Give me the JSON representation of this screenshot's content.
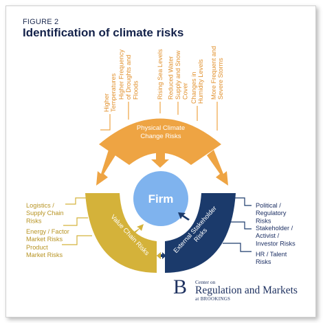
{
  "figure": {
    "label": "FIGURE 2",
    "title": "Identification of climate risks"
  },
  "diagram": {
    "center": "Firm",
    "physical_label": [
      "Physical Climate",
      "Change Risks"
    ],
    "physical_risks": [
      [
        "Higher",
        "Temperatures"
      ],
      [
        "Higher Frequency",
        "of Droughts and",
        "Floods"
      ],
      [
        "Rising Sea Levels"
      ],
      [
        "Reduced Water",
        "Supply and Snow",
        "Cover"
      ],
      [
        "Changes in",
        "Humidity Levels"
      ],
      [
        "More Frequent and",
        "Severe Storms"
      ]
    ],
    "value_chain_label": "Value Chain Risks",
    "value_chain_risks": [
      [
        "Logistics /",
        "Supply Chain",
        "Risks"
      ],
      [
        "Energy / Factor",
        "Market Risks"
      ],
      [
        "Product",
        "Market Risks"
      ]
    ],
    "external_label": [
      "External Stakeholder",
      "Risks"
    ],
    "external_risks": [
      [
        "Political /",
        "Regulatory",
        "Risks"
      ],
      [
        "Stakeholder /",
        "Activist /",
        "Investor Risks"
      ],
      [
        "HR / Talent",
        "Risks"
      ]
    ]
  },
  "colors": {
    "physical": "#eea443",
    "value_chain": "#d4b23a",
    "external": "#1b3a6b",
    "firm": "#7fb3ee",
    "title": "#14224a"
  },
  "logo": {
    "letter": "B",
    "line1": "Center on",
    "line2": "Regulation and Markets",
    "line3": "at BROOKINGS"
  }
}
